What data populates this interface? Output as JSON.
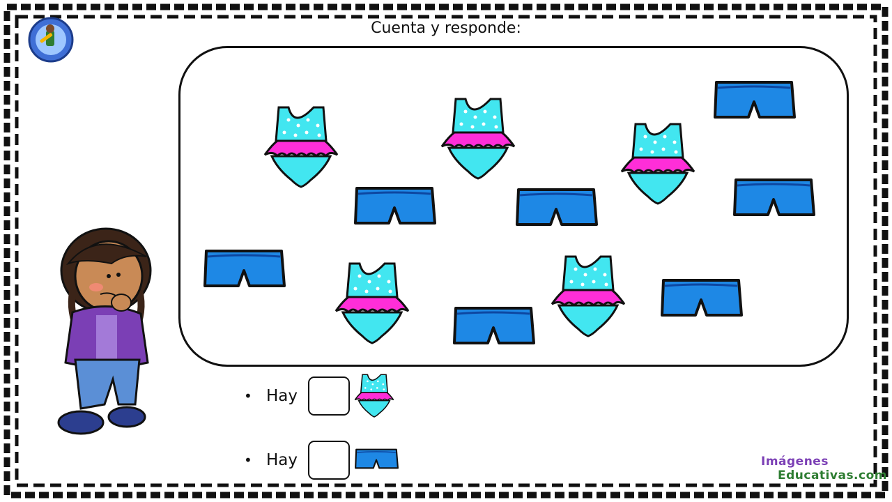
{
  "worksheet": {
    "title": "Cuenta y responde:",
    "questions": [
      {
        "bullet": "•",
        "label": "Hay",
        "icon": "swimsuit-icon"
      },
      {
        "bullet": "•",
        "label": "Hay",
        "icon": "shorts-icon"
      }
    ]
  },
  "brand": {
    "line1": "Imágenes",
    "line2": "Educativas.com"
  },
  "items": {
    "swimsuits": 5,
    "shorts": 7
  },
  "colors": {
    "swimsuit_body": "#42E6F0",
    "swimsuit_frill": "#FF2ED8",
    "shorts": "#1E88E5",
    "outline": "#111111"
  }
}
